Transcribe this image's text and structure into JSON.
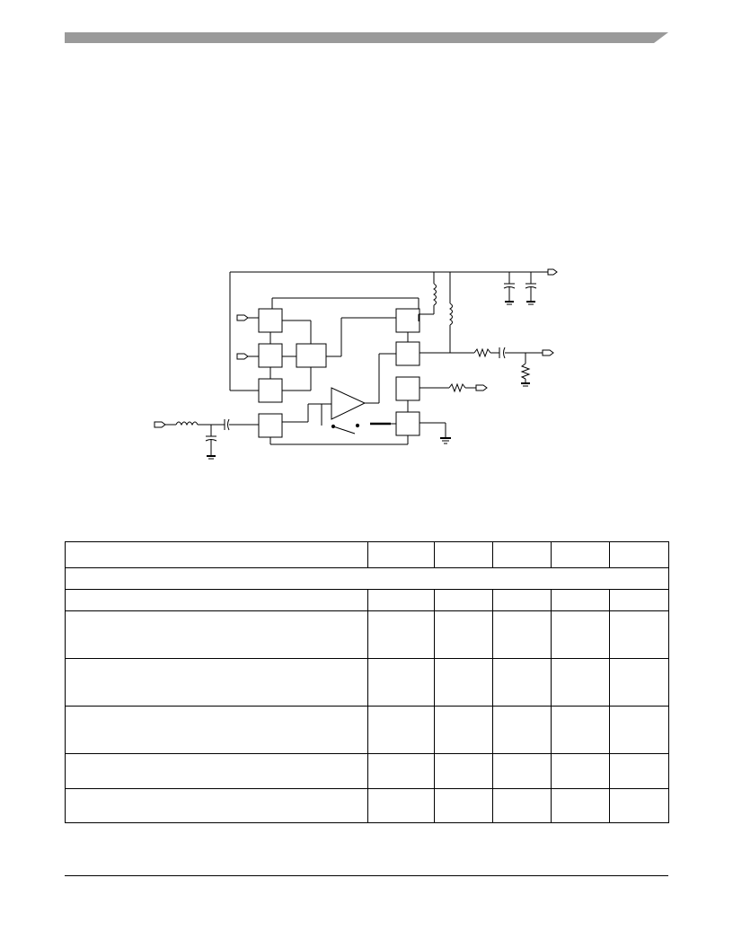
{
  "header": {
    "bar_color": "#9a9a9a"
  },
  "figure": {
    "type": "circuit-schematic",
    "line_color": "#000000"
  },
  "table": {
    "columns": [
      "",
      "",
      "",
      "",
      ""
    ],
    "rows": [
      {
        "type": "header",
        "cells": [
          "",
          "",
          "",
          "",
          ""
        ]
      },
      {
        "type": "section",
        "cells": [
          ""
        ]
      },
      {
        "type": "data",
        "cells": [
          "",
          "",
          "",
          "",
          ""
        ]
      },
      {
        "type": "data",
        "cells": [
          "",
          "",
          "",
          "",
          ""
        ]
      },
      {
        "type": "data",
        "cells": [
          "",
          "",
          "",
          "",
          ""
        ]
      },
      {
        "type": "data",
        "cells": [
          "",
          "",
          "",
          "",
          ""
        ]
      },
      {
        "type": "data",
        "cells": [
          "",
          "",
          "",
          "",
          ""
        ]
      },
      {
        "type": "data",
        "cells": [
          "",
          "",
          "",
          "",
          ""
        ]
      }
    ]
  }
}
